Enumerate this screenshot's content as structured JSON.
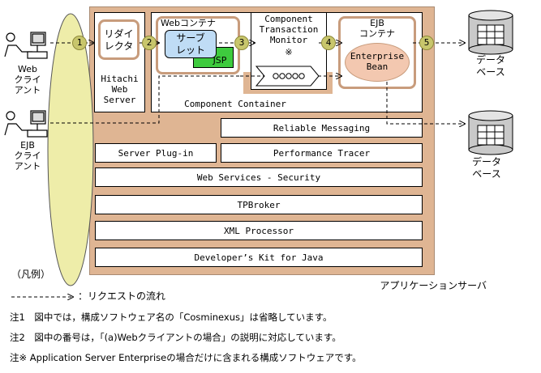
{
  "clients": {
    "web_label": "Web\nクライ\nアント",
    "ejb_label": "EJB\nクライ\nアント"
  },
  "server": {
    "title": "アプリケーションサーバ",
    "redirector": "リダイ\nレクタ",
    "hitachi_web_server": "Hitachi\nWeb\nServer",
    "web_container": "Webコンテナ",
    "servlet": "サーブ\nレット",
    "jsp": "JSP",
    "ctm_title": "Component\nTransaction\nMonitor",
    "ctm_mark": "※",
    "ejb_container": "EJB\nコンテナ",
    "enterprise_bean": "Enterprise\nBean",
    "component_container": "Component Container",
    "reliable_messaging": "Reliable Messaging",
    "server_plugin": "Server Plug-in",
    "performance_tracer": "Performance Tracer",
    "web_services_security": "Web Services - Security",
    "tpbroker": "TPBroker",
    "xml_processor": "XML Processor",
    "developers_kit": "Developer’s  Kit for Java"
  },
  "database": {
    "label1": "データ\nベース",
    "label2": "データ\nベース"
  },
  "steps": [
    "1",
    "2",
    "3",
    "4",
    "5"
  ],
  "legend": {
    "title": "（凡例）",
    "arrow_text": "：リクエストの流れ"
  },
  "notes": {
    "note1": "注1　図中では，構成ソフトウェア名の「Cosminexus」は省略しています。",
    "note2": "注2　図中の番号は，「(a)Webクライアントの場合」の説明に対応しています。",
    "note3": "注※ Application Server Enterpriseの場合だけに含まれる構成ソフトウェアです。"
  },
  "colors": {
    "server_bg": "#dfb593",
    "container_border": "#c89c7c",
    "bean_fill": "#f3c8b0",
    "servlet_fill": "#bfdcf5",
    "jsp_fill": "#3ecb3e",
    "step_circle": "#c8c66c",
    "ellipse_fill": "#eeeda9"
  }
}
